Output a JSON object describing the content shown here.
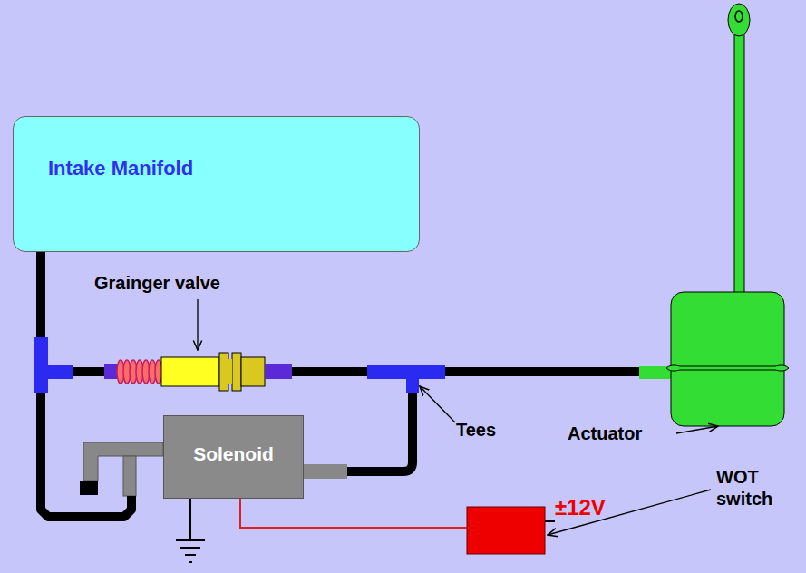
{
  "diagram": {
    "nodes": [
      {
        "text": [
          "Intake Manifold"
        ]
      },
      {
        "text": [
          "Solenoid"
        ]
      }
    ],
    "edges": [
      {
        "from": 0,
        "to": 1,
        "arrow": "none"
      }
    ],
    "labels": [
      "Grainger valve",
      "Tees",
      "Actuator",
      "±12V",
      "WOT switch"
    ]
  }
}
